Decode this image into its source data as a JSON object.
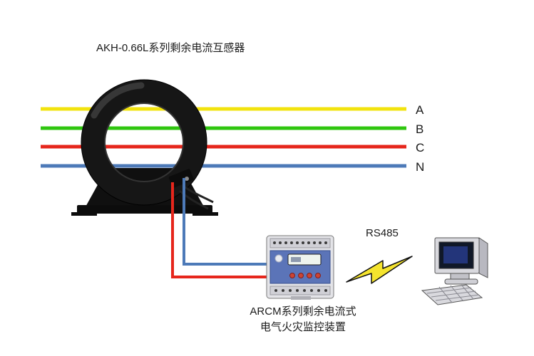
{
  "title": "AKH-0.66L系列剩余电流互感器",
  "wires": {
    "a": {
      "label": "A",
      "color": "#f2e30e"
    },
    "b": {
      "label": "B",
      "color": "#2fc60f"
    },
    "c": {
      "label": "C",
      "color": "#e6261c"
    },
    "n": {
      "label": "N",
      "color": "#4d7ab8"
    }
  },
  "secondary": {
    "red": "#e6261c",
    "blue": "#4d7ab8"
  },
  "rs485": {
    "label": "RS485",
    "color": "#2a35d8"
  },
  "device": {
    "caption_line1": "ARCM系列剩余电流式",
    "caption_line2": "电气火灾监控装置",
    "body_color": "#e4e4e8",
    "panel_color": "#5b74b8",
    "button_color": "#cc4433"
  },
  "transformer": {
    "ring_color": "#161616"
  },
  "lightning": {
    "color": "#f5e42e"
  }
}
